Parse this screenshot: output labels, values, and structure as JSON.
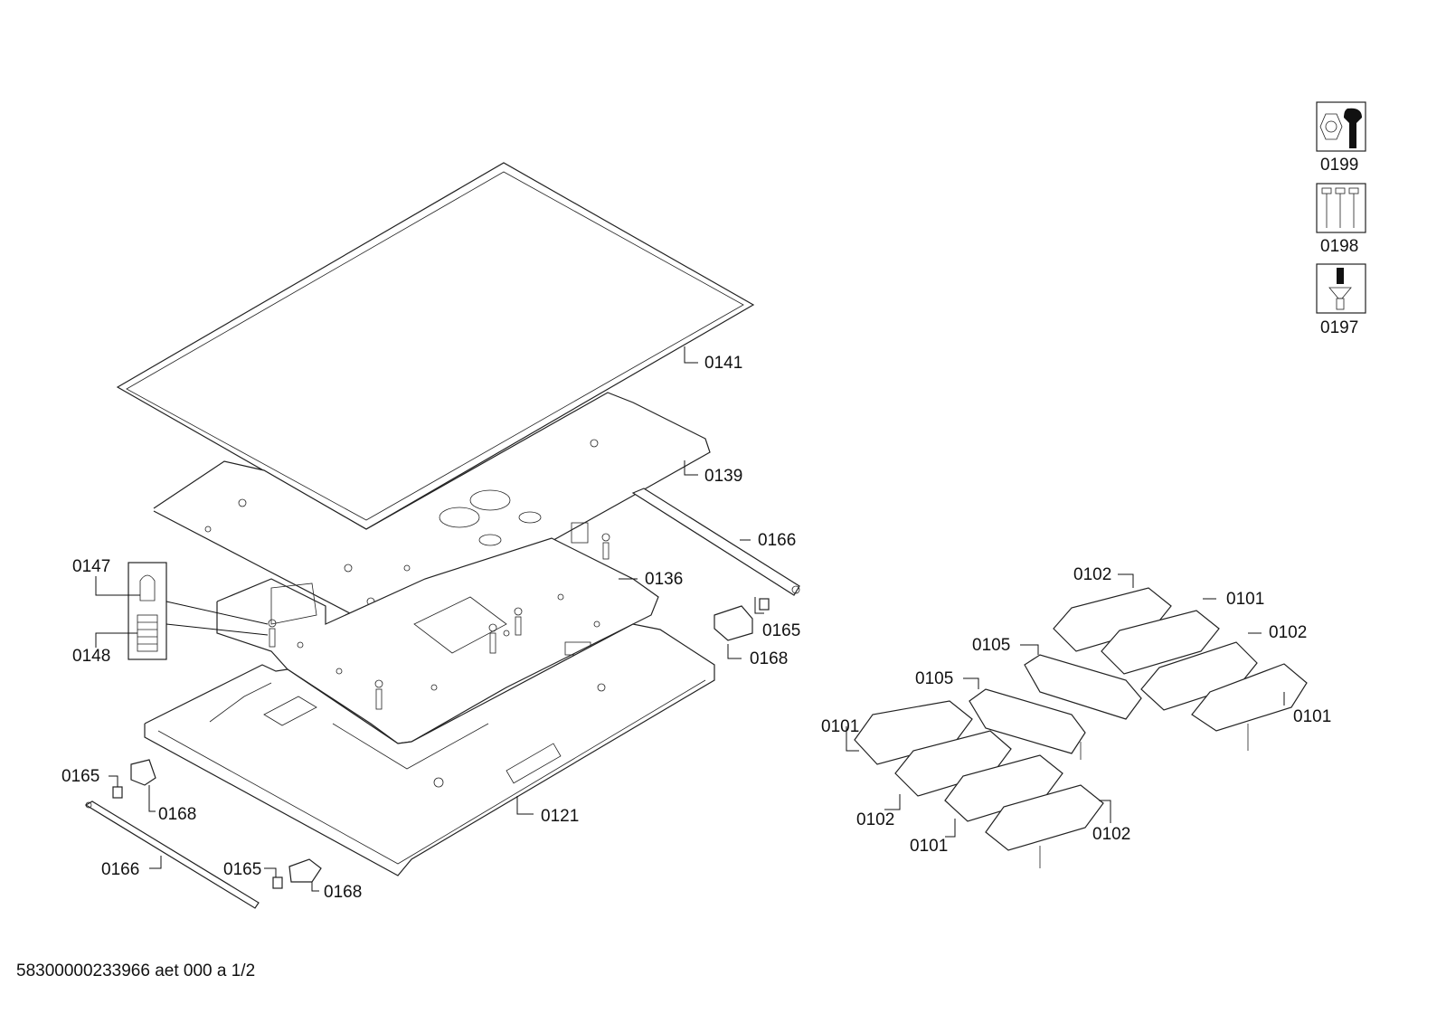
{
  "labels": {
    "p0141": "0141",
    "p0139": "0139",
    "p0166a": "0166",
    "p0136": "0136",
    "p0147": "0147",
    "p0148": "0148",
    "p0165a": "0165",
    "p0168a": "0168",
    "p0165b": "0165",
    "p0168b": "0168",
    "p0121": "0121",
    "p0166b": "0166",
    "p0165c": "0165",
    "p0168c": "0168",
    "p0102a": "0102",
    "p0101a": "0101",
    "p0105a": "0105",
    "p0102b": "0102",
    "p0105b": "0105",
    "p0101b": "0101",
    "p0101c": "0101",
    "p0102c": "0102",
    "p0101d": "0101",
    "p0102d": "0102",
    "p0199": "0199",
    "p0198": "0198",
    "p0197": "0197"
  },
  "icons": {
    "service": "nut-wrench-icon",
    "screws": "screws-icon",
    "screwdriver": "screwdriver-icon"
  },
  "footer": "58300000233966 aet 000 a 1/2"
}
